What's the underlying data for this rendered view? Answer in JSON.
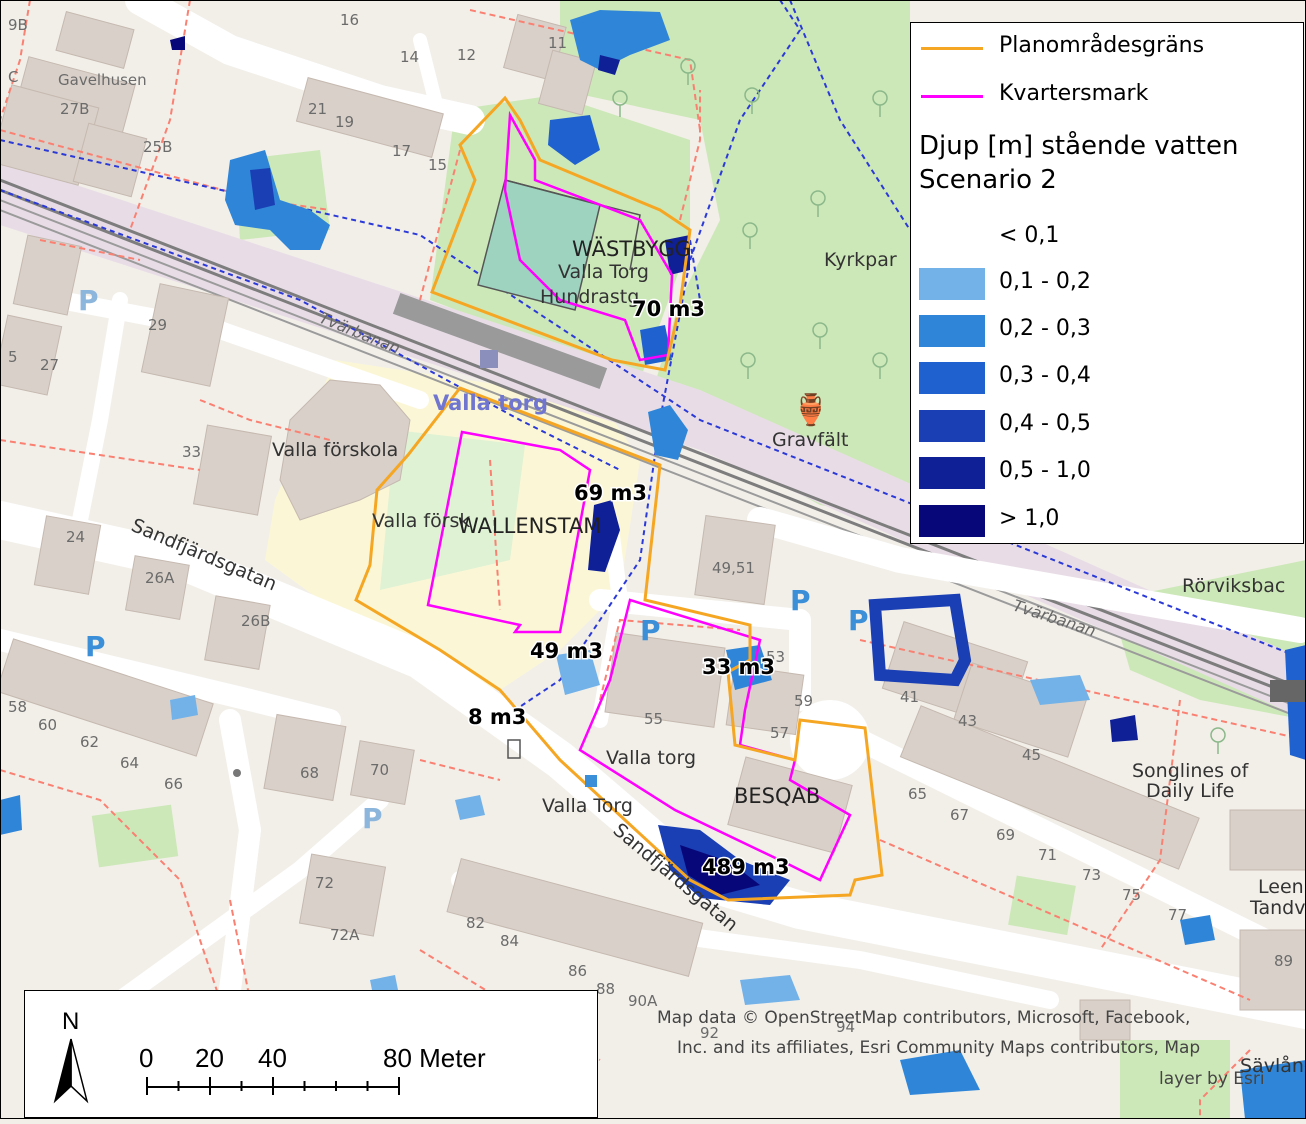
{
  "legend": {
    "line_items": [
      {
        "label": "Planområdesgräns",
        "color": "#f5a623"
      },
      {
        "label": "Kvartersmark",
        "color": "#ff00ff"
      }
    ],
    "title_line1": "Djup [m] stående vatten",
    "title_line2": "Scenario 2",
    "classes": [
      {
        "label": "< 0,1",
        "color": ""
      },
      {
        "label": "0,1 - 0,2",
        "color": "#73b2e8"
      },
      {
        "label": "0,2 - 0,3",
        "color": "#2f86d8"
      },
      {
        "label": "0,3 - 0,4",
        "color": "#1f62cf"
      },
      {
        "label": "0,4 - 0,5",
        "color": "#1a3fb5"
      },
      {
        "label": "0,5 - 1,0",
        "color": "#0f1f96"
      },
      {
        "label": "> 1,0",
        "color": "#07077a"
      }
    ]
  },
  "volumes": [
    "70 m3",
    "69 m3",
    "49 m3",
    "33 m3",
    "8 m3",
    "489 m3"
  ],
  "sites": [
    "WÄSTBYGG",
    "WALLENSTAM",
    "BESQAB"
  ],
  "places": {
    "gavelhusen": "Gavelhusen",
    "valla_torg_green": "Valla Torg",
    "hundrastgard": "Hundrastg",
    "kyrkpark": "Kyrkpar",
    "valla_torg_station": "Valla torg",
    "valla_forskola": "Valla förskola",
    "valla_forskola_2": "Valla försk",
    "gravfalt": "Gravfält",
    "rorviksback": "Rörviksbac",
    "valla_torg_square": "Valla torg",
    "valla_torg_bus": "Valla Torg",
    "songlines1": "Songlines of",
    "songlines2": "Daily Life",
    "leen": "Leen",
    "tandv": "Tandv",
    "savlang": "Sävlång"
  },
  "streets": {
    "sandfjardsgatan_1": "Sandfjärdsgatan",
    "sandfjardsgatan_2": "Sandfjärdsgatan",
    "tvarbanan_1": "Tvärbanan",
    "tvarbanan_2": "Tvärbanan"
  },
  "house_numbers": [
    "9B",
    "16",
    "14",
    "12",
    "21",
    "19",
    "17",
    "15",
    "27B",
    "25B",
    "29",
    "27",
    "5",
    "33",
    "24",
    "26A",
    "26B",
    "58",
    "60",
    "62",
    "64",
    "66",
    "68",
    "70",
    "72",
    "72A",
    "82",
    "84",
    "86",
    "88",
    "90A",
    "92",
    "94",
    "49,51",
    "53",
    "59",
    "55",
    "57",
    "41",
    "43",
    "45",
    "65",
    "67",
    "69",
    "71",
    "73",
    "75",
    "77",
    "89",
    "11",
    "C"
  ],
  "attribution": {
    "line1": "Map data © OpenStreetMap contributors, Microsoft, Facebook,",
    "line2": "Inc. and its affiliates, Esri Community Maps contributors, Map",
    "line3": "layer by Esri"
  },
  "scalebar": {
    "north": "N",
    "ticks": [
      "0",
      "20",
      "40",
      "80 Meter"
    ]
  },
  "colors": {
    "background": "#f2efe9",
    "park": "#cde8b8",
    "building": "#d9d0c9",
    "road": "#ffffff",
    "railway": "#8f8f8f",
    "plan_boundary": "#f5a623",
    "block_boundary": "#ff00ff",
    "footpath": "#fa8072",
    "bikepath": "#2a39d8"
  }
}
